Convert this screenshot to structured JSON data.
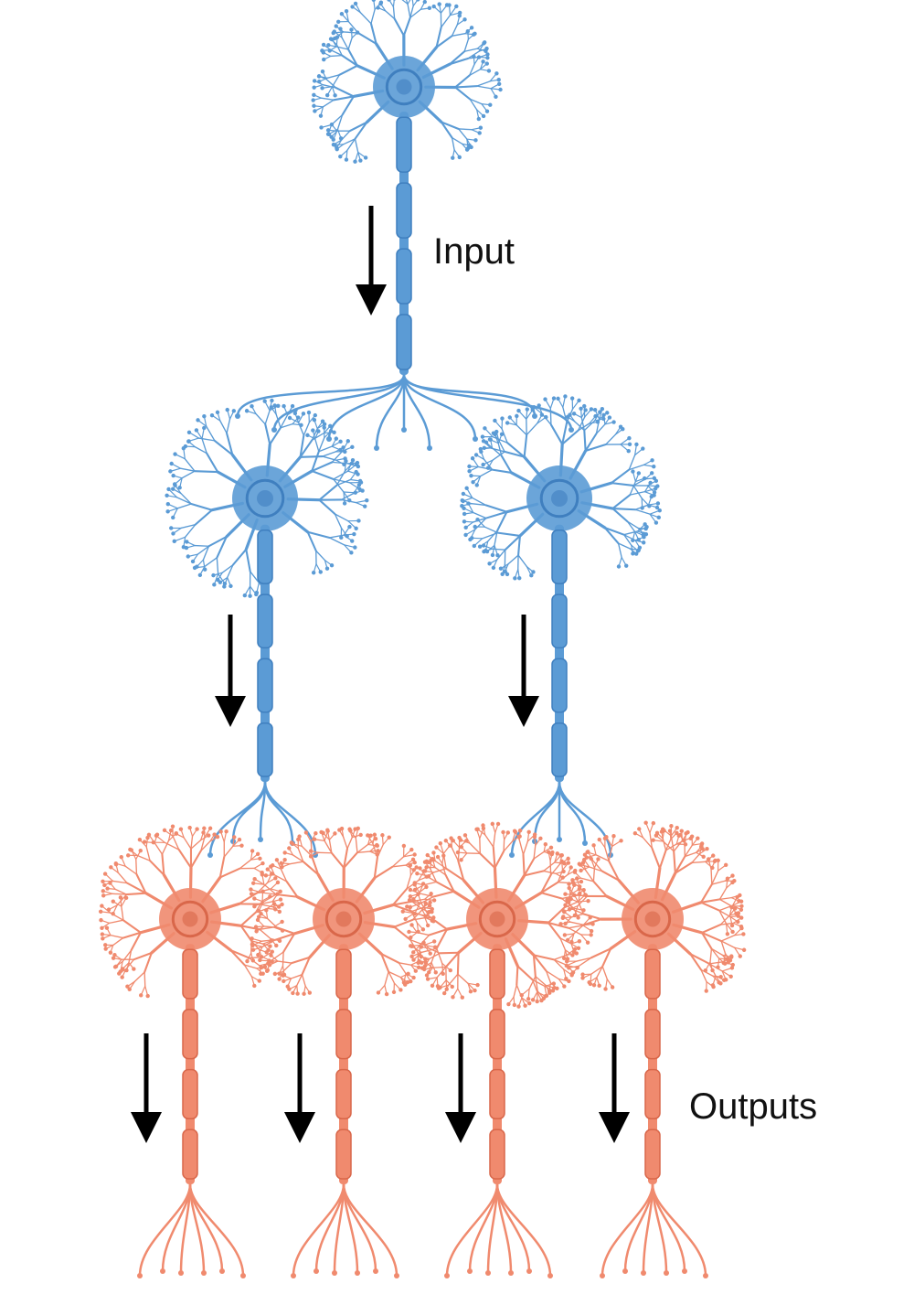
{
  "labels": {
    "input": "Input",
    "outputs": "Outputs"
  },
  "colors": {
    "input_neuron": "#5b9bd5",
    "input_neuron_dark": "#3f7fbf",
    "output_neuron": "#f08a6e",
    "output_neuron_dark": "#d9674a",
    "arrow": "#000000",
    "background": "#ffffff"
  },
  "neurons": [
    {
      "layer": "input",
      "role": "first"
    },
    {
      "layer": "input",
      "role": "second"
    },
    {
      "layer": "input",
      "role": "second"
    },
    {
      "layer": "output",
      "role": "third"
    },
    {
      "layer": "output",
      "role": "third"
    },
    {
      "layer": "output",
      "role": "third"
    },
    {
      "layer": "output",
      "role": "third"
    }
  ],
  "arrows": {
    "direction": "down",
    "count": 7
  }
}
